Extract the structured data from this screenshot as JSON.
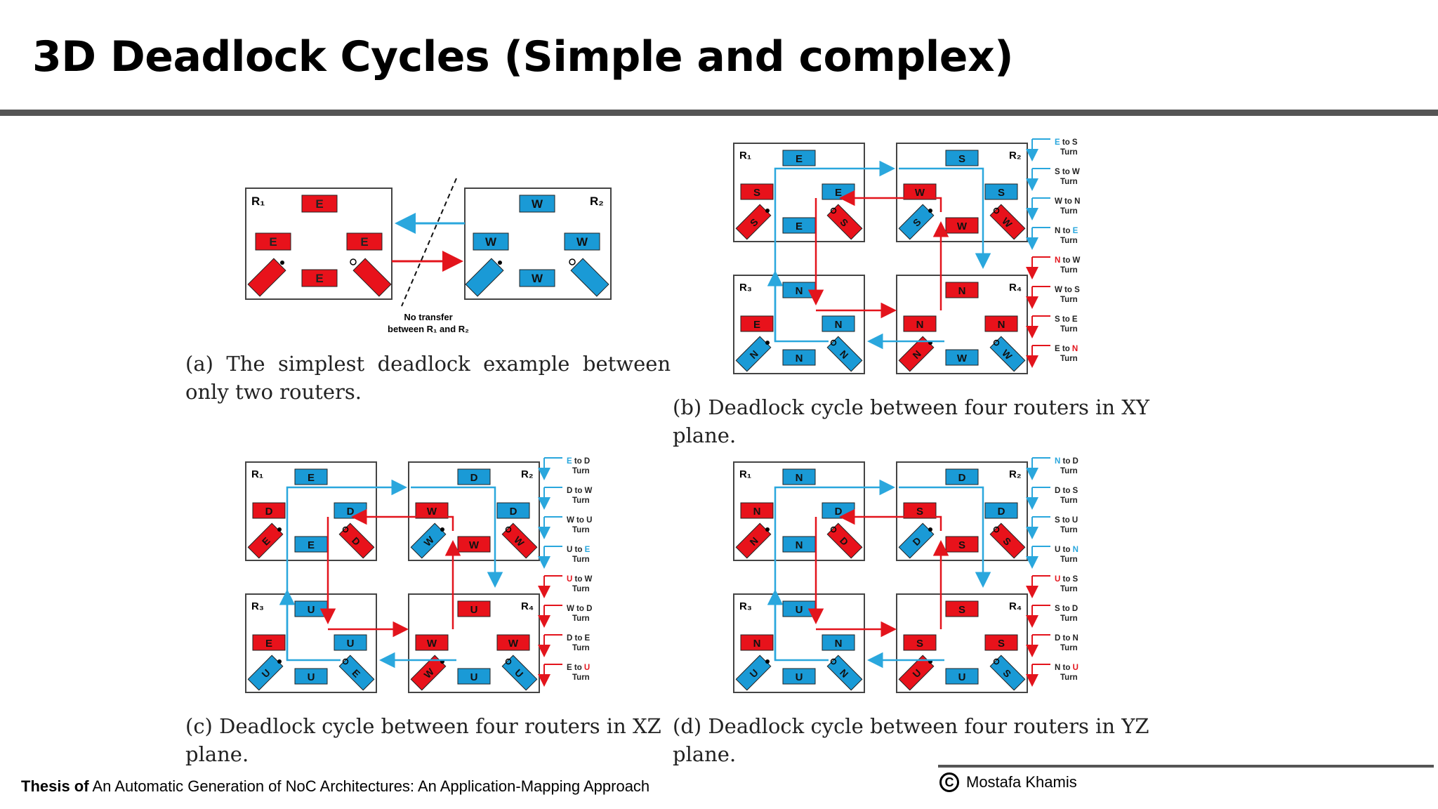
{
  "title": "3D Deadlock Cycles (Simple and complex)",
  "colors": {
    "blue": "#1a9ad6",
    "red": "#e8121b",
    "arrow_blue": "#2aa7dd",
    "arrow_red": "#e3141c"
  },
  "fig_a": {
    "routers": [
      "R₁",
      "R₂"
    ],
    "r1_ports": [
      "E",
      "E",
      "E",
      "E",
      "E"
    ],
    "r2_ports": [
      "W",
      "W",
      "W",
      "W",
      "W"
    ],
    "note": [
      "No transfer",
      "between R₁ and R₂"
    ],
    "caption": [
      "(a)  The  simplest  deadlock  example  between",
      "only two routers."
    ]
  },
  "fig_b": {
    "routers": [
      "R₁",
      "R₂",
      "R₃",
      "R₄"
    ],
    "r1": {
      "top": "E",
      "mid_left": "S",
      "mid_right": "E",
      "low_left": "S",
      "low_mid": "E",
      "low_right": "S"
    },
    "r2": {
      "top": "S",
      "mid_left": "W",
      "mid_right": "S",
      "low_left": "S",
      "low_mid": "W",
      "low_right": "W"
    },
    "r3": {
      "top": "N",
      "mid_left": "E",
      "mid_right": "N",
      "low_left": "N",
      "low_mid": "N",
      "low_right": "N"
    },
    "r4": {
      "top": "N",
      "mid_left": "N",
      "mid_right": "N",
      "low_left": "N",
      "low_mid": "W",
      "low_right": "W"
    },
    "legend": [
      {
        "a": "E",
        "b": " to S",
        "c": "Turn"
      },
      {
        "a": "S",
        "b": " to W",
        "c": "Turn"
      },
      {
        "a": "W",
        "b": " to N",
        "c": "Turn"
      },
      {
        "a": "N",
        "b": " to ",
        "d": "E",
        "c": "Turn"
      },
      {
        "a": "N",
        "b": " to W",
        "c": "Turn"
      },
      {
        "a": "W",
        "b": " to S",
        "c": "Turn"
      },
      {
        "a": "S",
        "b": " to E",
        "c": "Turn"
      },
      {
        "a": "E",
        "b": " to ",
        "d": "N",
        "c": "Turn"
      }
    ],
    "caption": [
      "(b) Deadlock cycle between four routers in XY",
      "plane."
    ]
  },
  "fig_c": {
    "routers": [
      "R₁",
      "R₂",
      "R₃",
      "R₄"
    ],
    "r1": {
      "top": "E",
      "mid_left": "D",
      "mid_right": "D",
      "low_left": "E",
      "low_mid": "E",
      "low_right": "D"
    },
    "r2": {
      "top": "D",
      "mid_left": "W",
      "mid_right": "D",
      "low_left": "W",
      "low_mid": "W",
      "low_right": "W"
    },
    "r3": {
      "top": "U",
      "mid_left": "E",
      "mid_right": "U",
      "low_left": "U",
      "low_mid": "U",
      "low_right": "E"
    },
    "r4": {
      "top": "U",
      "mid_left": "W",
      "mid_right": "W",
      "low_left": "W",
      "low_mid": "U",
      "low_right": "U"
    },
    "legend": [
      {
        "a": "E",
        "b": " to D",
        "c": "Turn"
      },
      {
        "a": "D",
        "b": " to W",
        "c": "Turn"
      },
      {
        "a": "W",
        "b": " to U",
        "c": "Turn"
      },
      {
        "a": "U",
        "b": " to ",
        "d": "E",
        "c": "Turn"
      },
      {
        "a": "U",
        "b": " to W",
        "c": "Turn"
      },
      {
        "a": "W",
        "b": " to D",
        "c": "Turn"
      },
      {
        "a": "D",
        "b": " to E",
        "c": "Turn"
      },
      {
        "a": "E",
        "b": " to ",
        "d": "U",
        "c": "Turn"
      }
    ],
    "caption": [
      "(c) Deadlock cycle between four routers in XZ",
      "plane."
    ]
  },
  "fig_d": {
    "routers": [
      "R₁",
      "R₂",
      "R₃",
      "R₄"
    ],
    "r1": {
      "top": "N",
      "mid_left": "N",
      "mid_right": "D",
      "low_left": "N",
      "low_mid": "N",
      "low_right": "D"
    },
    "r2": {
      "top": "D",
      "mid_left": "S",
      "mid_right": "D",
      "low_left": "D",
      "low_mid": "S",
      "low_right": "S"
    },
    "r3": {
      "top": "U",
      "mid_left": "N",
      "mid_right": "N",
      "low_left": "U",
      "low_mid": "U",
      "low_right": "N"
    },
    "r4": {
      "top": "S",
      "mid_left": "S",
      "mid_right": "S",
      "low_left": "U",
      "low_mid": "U",
      "low_right": "S"
    },
    "legend": [
      {
        "a": "N",
        "b": " to D",
        "c": "Turn"
      },
      {
        "a": "D",
        "b": " to S",
        "c": "Turn"
      },
      {
        "a": "S",
        "b": " to U",
        "c": "Turn"
      },
      {
        "a": "U",
        "b": " to ",
        "d": "N",
        "c": "Turn"
      },
      {
        "a": "U",
        "b": " to S",
        "c": "Turn"
      },
      {
        "a": "S",
        "b": " to D",
        "c": "Turn"
      },
      {
        "a": "D",
        "b": " to N",
        "c": "Turn"
      },
      {
        "a": "N",
        "b": " to ",
        "d": "U",
        "c": "Turn"
      }
    ],
    "caption": [
      "(d) Deadlock cycle between four routers in YZ",
      "plane."
    ]
  },
  "footer": {
    "prefix": "Thesis of",
    "text": " An Automatic Generation of NoC Architectures: An Application-Mapping Approach",
    "copyright_symbol": "C",
    "author": "Mostafa Khamis"
  }
}
